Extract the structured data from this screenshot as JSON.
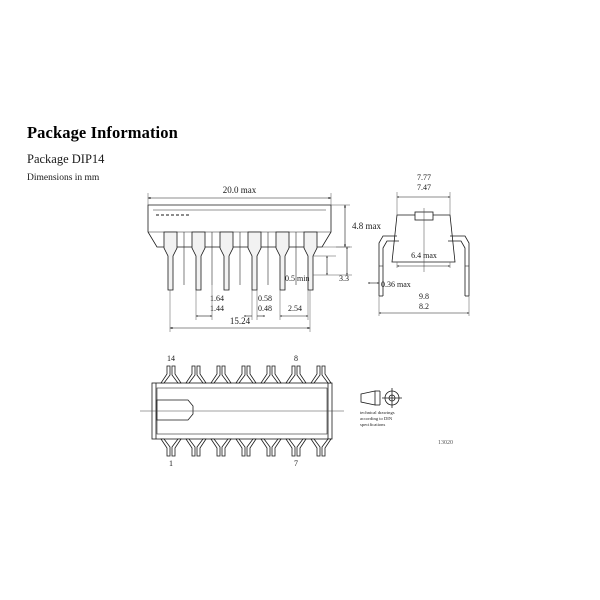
{
  "page": {
    "background": "#ffffff",
    "ink": "#1a1a1a"
  },
  "heading": {
    "title": "Package Information",
    "subtitle": "Package DIP14",
    "units_note": "Dimensions in mm"
  },
  "side_view": {
    "name": "side-view",
    "dimensions": {
      "overall_length": "20.0 max",
      "body_height": "4.8 max",
      "seating_plane": "0.5 min",
      "lead_length": "3.3",
      "lead_width_max": "1.64",
      "lead_width_min": "1.44",
      "lead_thickness_max": "0.58",
      "lead_thickness_min": "0.48",
      "pin_pitch": "2.54",
      "row_span": "15.24"
    }
  },
  "end_view": {
    "name": "end-view",
    "dimensions": {
      "body_width_max": "7.77",
      "body_width_min": "7.47",
      "seating_width": "6.4 max",
      "lead_thickness": "0.36 max",
      "lead_span_max": "9.8",
      "lead_span_min": "8.2"
    }
  },
  "plan_view": {
    "name": "plan-view",
    "pins": {
      "top_left": "14",
      "top_right": "8",
      "bottom_left": "1",
      "bottom_right": "7"
    },
    "pin_count_per_row": 7
  },
  "projection_note": {
    "line1": "technical drawings",
    "line2": "according to DIN",
    "line3": "specifications",
    "symbol": "first-angle-projection-symbol"
  },
  "drawing_number": "13020"
}
